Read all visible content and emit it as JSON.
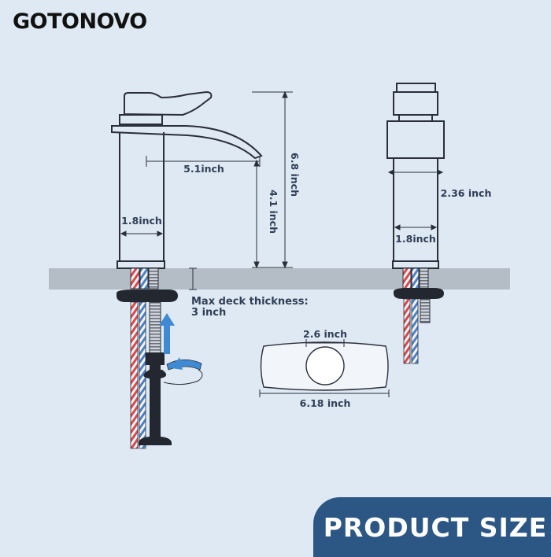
{
  "brand": {
    "name": "GOTONOVO"
  },
  "dimensions": {
    "spout_reach": "5.1inch",
    "base_width_front": "1.8inch",
    "spout_height": "4.1 inch",
    "total_height": "6.8 inch",
    "side_depth": "2.36 inch",
    "base_width_side": "1.8inch",
    "deck_thickness_line1": "Max deck thickness:",
    "deck_thickness_line2": "3 inch",
    "plate_hole": "2.6 inch",
    "plate_length": "6.18 inch"
  },
  "banner": {
    "text": "PRODUCT SIZE"
  },
  "colors": {
    "background": "#dfe9f4",
    "deck": "#b4bcc6",
    "line": "#2a2f3a",
    "label": "#2f3e55",
    "banner": "#2c5785",
    "arrow": "#3f8ad3",
    "hose_red": "#d9484f",
    "hose_blue": "#4b82c6"
  }
}
